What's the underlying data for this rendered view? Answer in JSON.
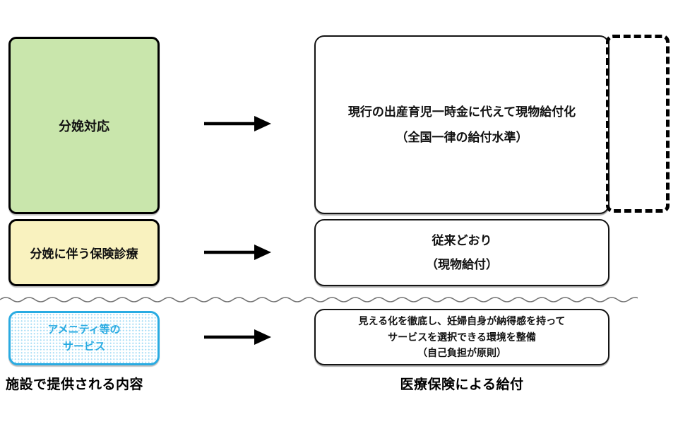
{
  "colors": {
    "source_green_fill": "#c9e6ac",
    "source_yellow_fill": "#f9f2bf",
    "amenity_blue": "#29abe2",
    "amenity_dot_blue": "#a5dcf5",
    "box_border_black": "#000000",
    "wave_gray": "#6e6e6e"
  },
  "rows": [
    {
      "source_label": "分娩対応",
      "result_line1": "現行の出産育児一時金に代えて現物給付化",
      "result_line2": "（全国一律の給付水準）"
    },
    {
      "source_label": "分娩に伴う保険診療",
      "result_line1": "従来どおり",
      "result_line2": "（現物給付）"
    },
    {
      "source_line1": "アメニティ等の",
      "source_line2": "サービス",
      "result_line1": "見える化を徹底し、妊婦自身が納得感を持って",
      "result_line2": "サービスを選択できる環境を整備",
      "result_line3": "（自己負担が原則）"
    }
  ],
  "footers": {
    "left": "施設で提供される内容",
    "right": "医療保険による給付"
  }
}
